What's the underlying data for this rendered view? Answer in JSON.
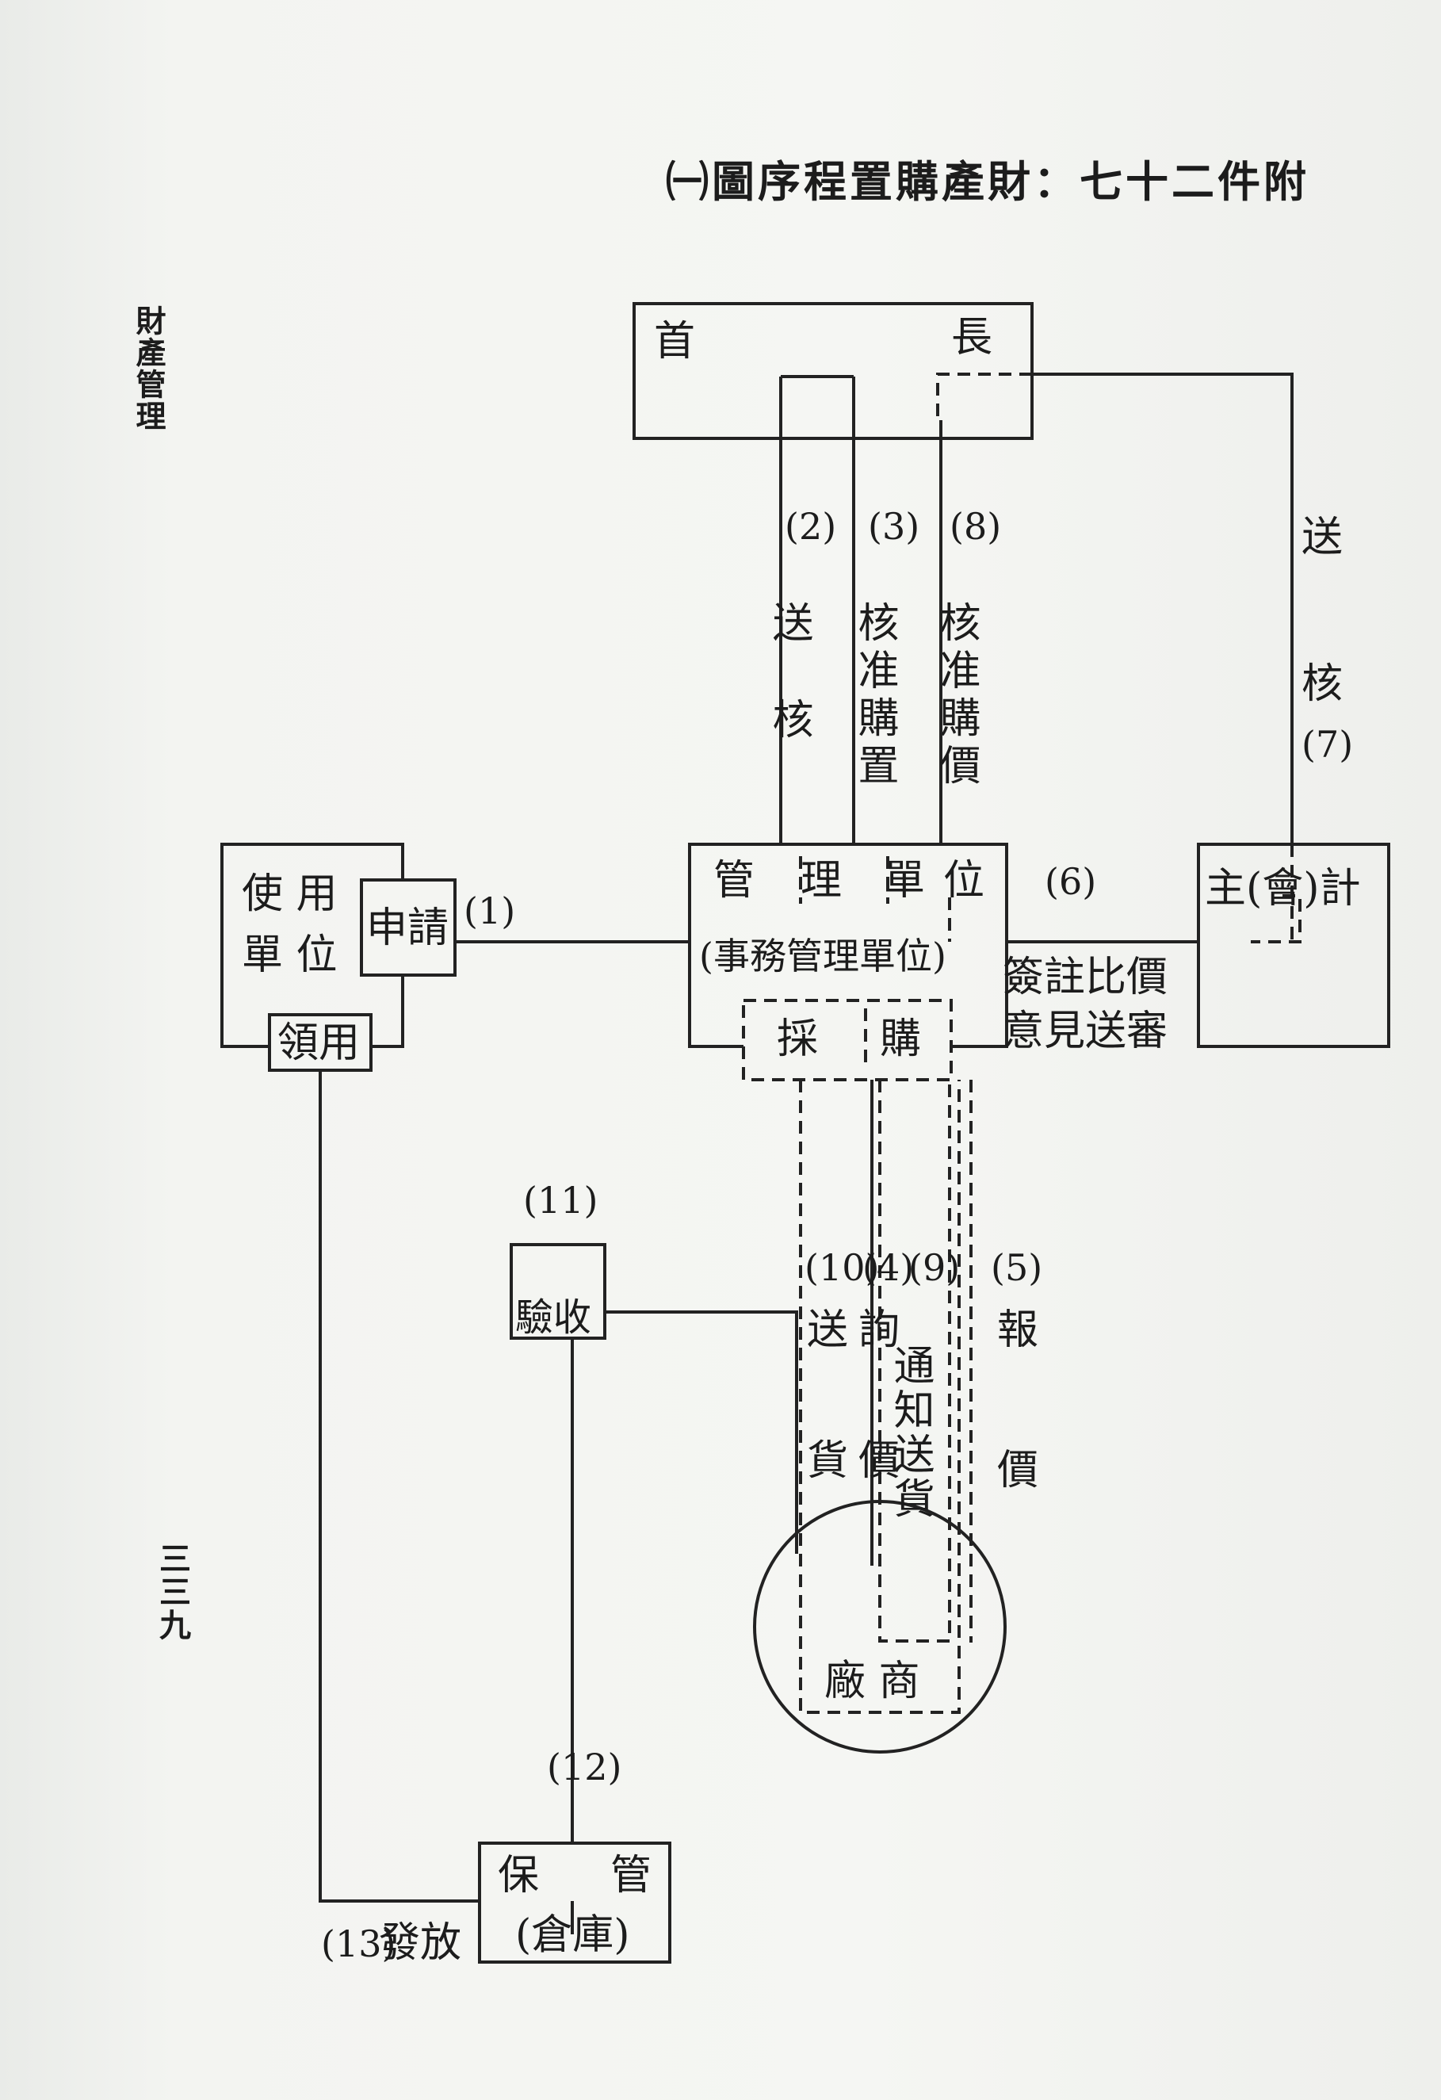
{
  "page": {
    "title": "㈠圖序程置購產財：七十二件附",
    "side_header": "財產管理",
    "page_number": "三三九"
  },
  "diagram": {
    "nodes": {
      "head_left": "首",
      "head_right": "長",
      "user_unit_line1": "使 用",
      "user_unit_line2": "單 位",
      "apply": "申請",
      "receive": "領用",
      "mgmt_part1": "管",
      "mgmt_part2": "理",
      "mgmt_part3": "單",
      "mgmt_part4": "位",
      "mgmt_sub": "(事務管理單位)",
      "purchase_left": "採",
      "purchase_right": "購",
      "accounting": "主(會)計",
      "inspection": "驗收",
      "vendor": "廠 商",
      "custody_left": "保",
      "custody_right": "管",
      "warehouse": "(倉庫)"
    },
    "labels": {
      "n1": "(1)",
      "n2": "(2)",
      "t2": "送核",
      "n3": "(3)",
      "t3": "核准購置",
      "n8": "(8)",
      "t8": "核准購價",
      "t7a": "送",
      "t7b": "核",
      "n7": "(7)",
      "n6": "(6)",
      "t6_line1": "簽註比價",
      "t6_line2": "意見送審",
      "n11": "(11)",
      "n10": "(10)",
      "n4": "(4)",
      "n9": "(9)",
      "t10a": "送",
      "t10b": "貨",
      "t4a": "詢",
      "t4b": "價",
      "t9": "通知送貨",
      "n5": "(5)",
      "t5a": "報",
      "t5b": "價",
      "n12": "(12)",
      "n13": "(13)",
      "t13": "發放"
    }
  }
}
